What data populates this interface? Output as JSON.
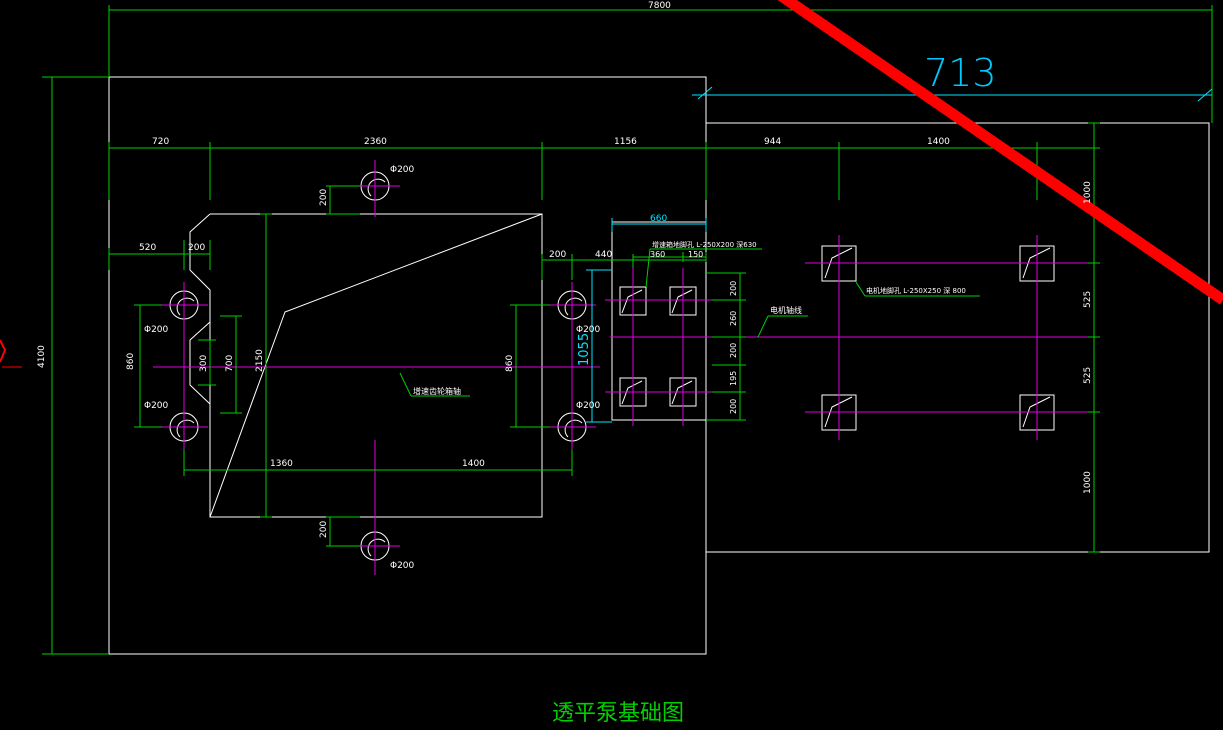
{
  "drawing": {
    "title": "透平泵基础图",
    "overlay_dimension": "713",
    "cyan_dims": {
      "d660": "660",
      "d1055": "1055"
    },
    "outer_dims": {
      "total_width": "7800",
      "total_height": "4100"
    },
    "top_dims": {
      "d720": "720",
      "d2360": "2360",
      "d1156": "1156",
      "d944": "944",
      "d1400a": "1400"
    },
    "left_dims": {
      "d520": "520",
      "d200a": "200",
      "d860a": "860",
      "d300": "300",
      "d700": "700",
      "d2150": "2150",
      "d860b": "860"
    },
    "mid_dims": {
      "d200b": "200",
      "d440": "440",
      "d360": "360",
      "d150": "150",
      "d200c": "200",
      "d200d": "200",
      "d200e": "200",
      "d260": "260",
      "d200f": "200",
      "d195": "195",
      "d200g": "200",
      "d1360": "1360",
      "d1400b": "1400"
    },
    "right_dims": {
      "d1000a": "1000",
      "d525a": "525",
      "d525b": "525",
      "d1000b": "1000"
    },
    "hole_labels": {
      "top": "Φ200",
      "left_upper": "Φ200",
      "left_lower": "Φ200",
      "right_upper": "Φ200",
      "right_lower": "Φ200",
      "bottom": "Φ200"
    },
    "notes": {
      "turbine_axis": "增速齿轮箱轴",
      "gearbox_holes": "增速箱地脚孔 L-250X200 深630",
      "motor_axis": "电机轴线",
      "motor_holes": "电机地脚孔 L-250X250 深 800"
    }
  },
  "colors": {
    "background": "#000000",
    "outline": "#ffffff",
    "dimension": "#00d000",
    "centerline": "#e000e0",
    "highlight": "#00e5ff",
    "markup": "#ff0000"
  }
}
